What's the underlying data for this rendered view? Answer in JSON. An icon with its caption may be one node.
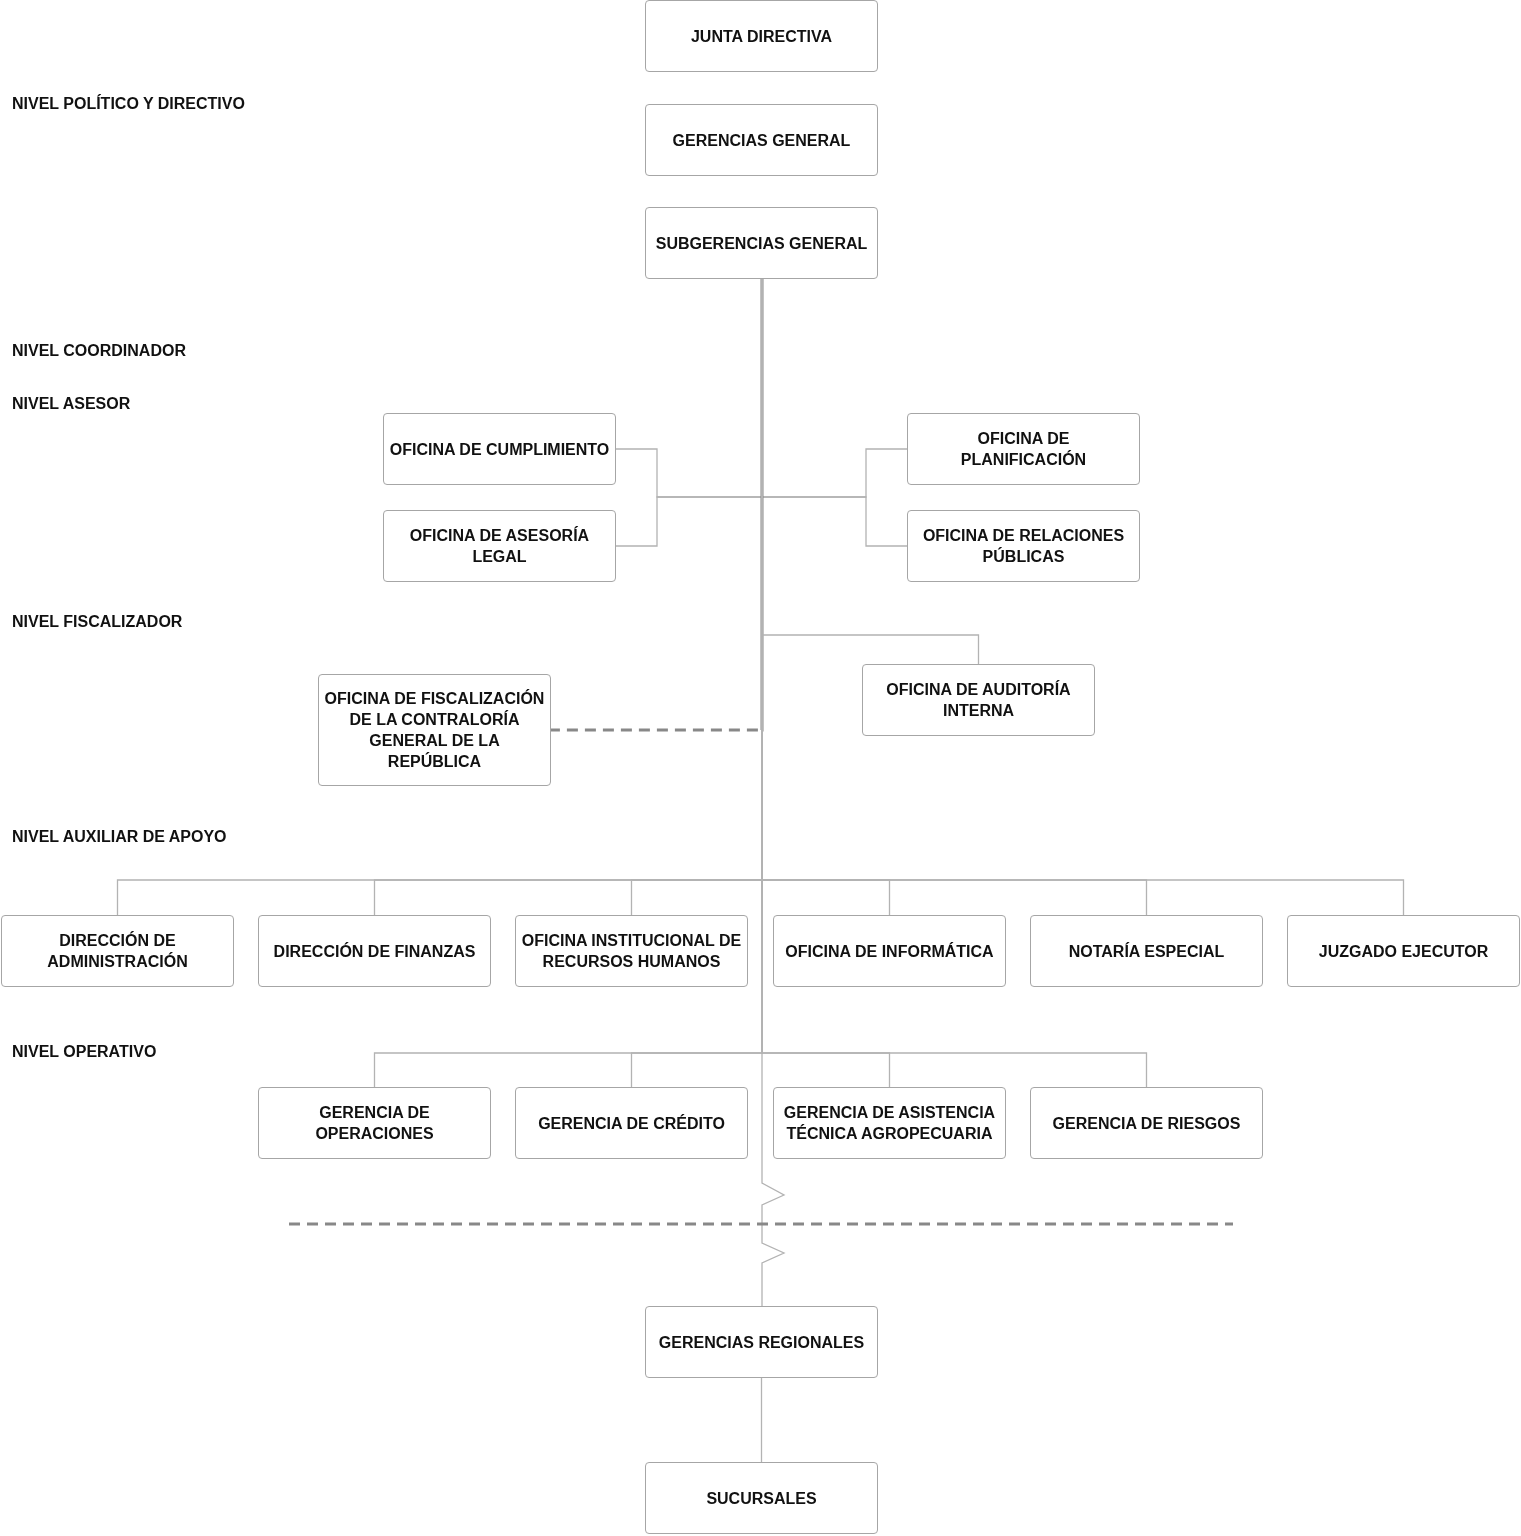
{
  "diagram": {
    "nodes": [
      {
        "text": [
          "JUNTA DIRECTIVA"
        ]
      },
      {
        "text": [
          "GERENCIAS GENERAL"
        ]
      },
      {
        "text": [
          "SUBGERENCIAS GENERAL"
        ]
      },
      {
        "text": [
          "OFICINA DE CUMPLIMIENTO"
        ]
      },
      {
        "text": [
          "OFICINA DE ASESORÍA LEGAL"
        ]
      },
      {
        "text": [
          "OFICINA DE PLANIFICACIÓN"
        ]
      },
      {
        "text": [
          "OFICINA DE RELACIONES PÚBLICAS"
        ]
      },
      {
        "text": [
          "OFICINA DE FISCALIZACIÓN DE LA CONTRALORÍA GENERAL DE LA REPÚBLICA"
        ]
      },
      {
        "text": [
          "OFICINA DE AUDITORÍA INTERNA"
        ]
      },
      {
        "text": [
          "DIRECCIÓN DE ADMINISTRACIÓN"
        ]
      },
      {
        "text": [
          "DIRECCIÓN DE FINANZAS"
        ]
      },
      {
        "text": [
          "OFICINA INSTITUCIONAL DE RECURSOS HUMANOS"
        ]
      },
      {
        "text": [
          "OFICINA DE INFORMÁTICA"
        ]
      },
      {
        "text": [
          "NOTARÍA ESPECIAL"
        ]
      },
      {
        "text": [
          "JUZGADO EJECUTOR"
        ]
      },
      {
        "text": [
          "GERENCIA DE OPERACIONES"
        ]
      },
      {
        "text": [
          "GERENCIA DE CRÉDITO"
        ]
      },
      {
        "text": [
          "GERENCIA DE ASISTENCIA TÉCNICA AGROPECUARIA"
        ]
      },
      {
        "text": [
          "GERENCIA DE RIESGOS"
        ]
      },
      {
        "text": [
          "GERENCIAS REGIONALES"
        ]
      },
      {
        "text": [
          "SUCURSALES"
        ]
      }
    ],
    "edges": [
      {
        "from": 2,
        "to": 3,
        "arrow": "none"
      },
      {
        "from": 2,
        "to": 4,
        "arrow": "none"
      },
      {
        "from": 2,
        "to": 5,
        "arrow": "none"
      },
      {
        "from": 2,
        "to": 6,
        "arrow": "none"
      },
      {
        "from": 2,
        "to": 7,
        "arrow": "none",
        "style": "dashed",
        "color": "#888888"
      },
      {
        "from": 2,
        "to": 8,
        "arrow": "none"
      },
      {
        "from": 2,
        "to": 9,
        "arrow": "none"
      },
      {
        "from": 2,
        "to": 10,
        "arrow": "none"
      },
      {
        "from": 2,
        "to": 11,
        "arrow": "none"
      },
      {
        "from": 2,
        "to": 12,
        "arrow": "none"
      },
      {
        "from": 2,
        "to": 13,
        "arrow": "none"
      },
      {
        "from": 2,
        "to": 14,
        "arrow": "none"
      },
      {
        "from": 2,
        "to": 15,
        "arrow": "none"
      },
      {
        "from": 2,
        "to": 16,
        "arrow": "none"
      },
      {
        "from": 2,
        "to": 17,
        "arrow": "none"
      },
      {
        "from": 2,
        "to": 18,
        "arrow": "none"
      },
      {
        "from": 2,
        "to": 19,
        "arrow": "none"
      },
      {
        "from": 19,
        "to": 20,
        "arrow": "none"
      }
    ],
    "labels": [
      "NIVEL POLÍTICO Y DIRECTIVO",
      "NIVEL COORDINADOR",
      "NIVEL ASESOR",
      "NIVEL FISCALIZADOR",
      "NIVEL AUXILIAR DE APOYO",
      "NIVEL OPERATIVO"
    ]
  }
}
